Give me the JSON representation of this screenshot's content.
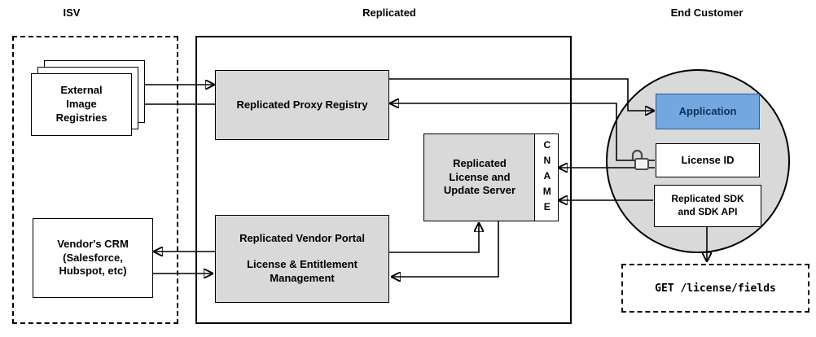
{
  "sections": {
    "isv": {
      "title": "ISV"
    },
    "replicated": {
      "title": "Replicated"
    },
    "end_customer": {
      "title": "End Customer"
    }
  },
  "nodes": {
    "external_registries": {
      "label": "External Image Registries"
    },
    "vendors_crm": {
      "label": "Vendor's CRM (Salesforce, Hubspot, etc)"
    },
    "proxy_registry": {
      "label": "Replicated Proxy Registry"
    },
    "license_update_server": {
      "label": "Replicated License and Update Server"
    },
    "cname": {
      "label": "CNAME"
    },
    "vendor_portal": {
      "title": "Replicated Vendor Portal",
      "subtitle": "License & Entitlement Management"
    },
    "application": {
      "label": "Application"
    },
    "license_id": {
      "label": "License ID"
    },
    "replicated_sdk": {
      "label": "Replicated SDK and SDK API"
    },
    "get_endpoint": {
      "label": "GET /license/fields"
    }
  },
  "icons": {
    "license_lock": "open-padlock-icon"
  },
  "colors": {
    "box_gray": "#d9d9d9",
    "circle_gray": "#d9d9d9",
    "app_fill": "#72a7e0",
    "app_border": "#295f94",
    "app_text": "#0d2f55"
  },
  "connections": [
    {
      "from": "external_registries",
      "to": "proxy_registry"
    },
    {
      "from": "proxy_registry",
      "to": "external_registries"
    },
    {
      "from": "proxy_registry",
      "to": "application"
    },
    {
      "from": "license_id",
      "to": "proxy_registry"
    },
    {
      "from": "license_id",
      "to": "cname"
    },
    {
      "from": "replicated_sdk",
      "to": "cname"
    },
    {
      "from": "vendor_portal",
      "to": "vendors_crm"
    },
    {
      "from": "vendors_crm",
      "to": "vendor_portal"
    },
    {
      "from": "vendor_portal",
      "to": "license_update_server"
    },
    {
      "from": "license_update_server",
      "to": "vendor_portal"
    },
    {
      "from": "replicated_sdk",
      "to": "get_endpoint"
    }
  ]
}
